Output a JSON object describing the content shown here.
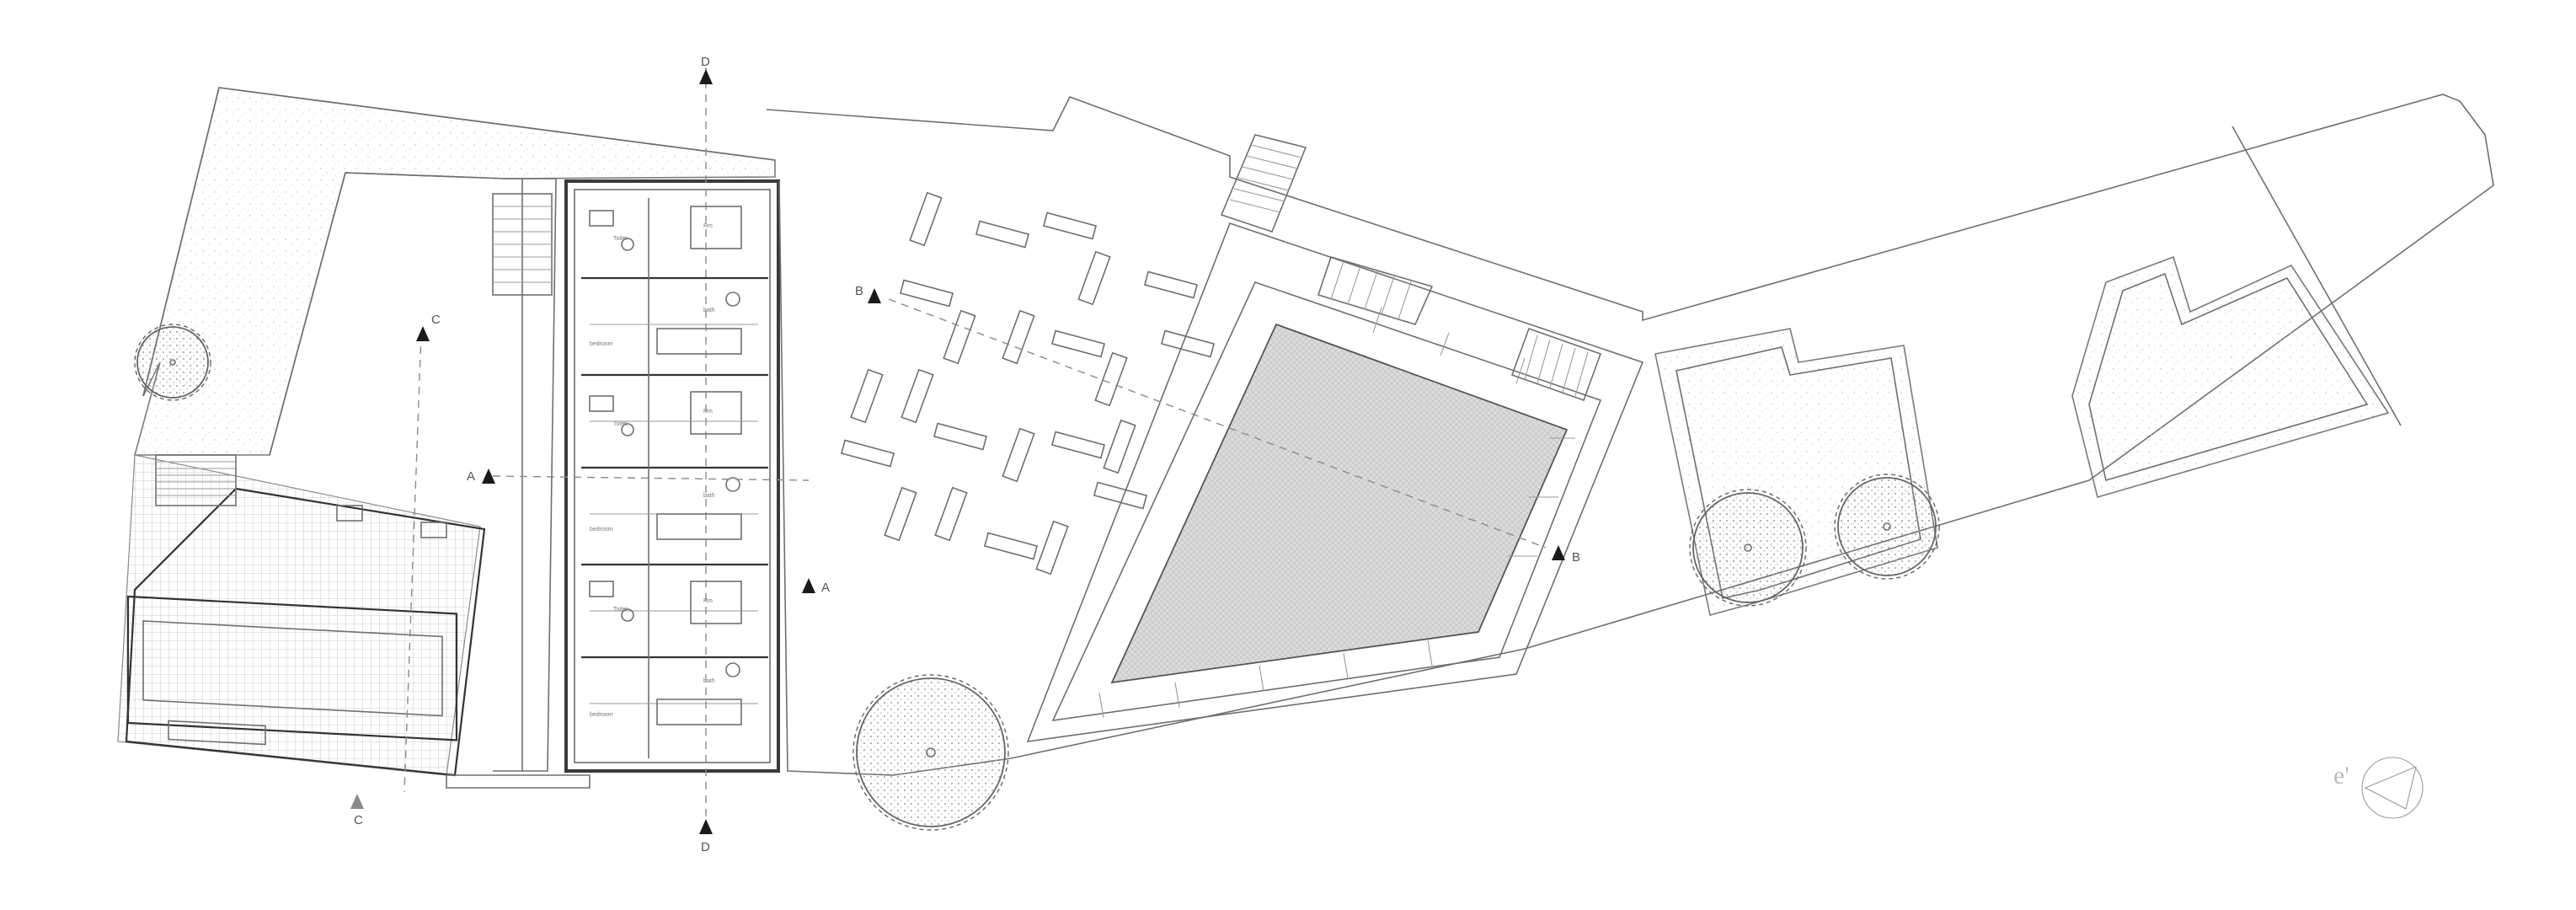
{
  "section_marks": {
    "a_left": "A",
    "a_right": "A",
    "b_left": "B",
    "b_right": "B",
    "c_top": "C",
    "c_bottom": "C",
    "d_top": "D",
    "d_bottom": "D"
  },
  "north_label": "e'",
  "room_labels": {
    "toilet": "Toilet",
    "bedroom": "bedroom",
    "room": "Rm",
    "bath": "bath"
  },
  "colors": {
    "line": "#6f6f6f",
    "wall": "#3a3a3a",
    "marker": "#1a1a1a",
    "background": "#ffffff"
  }
}
